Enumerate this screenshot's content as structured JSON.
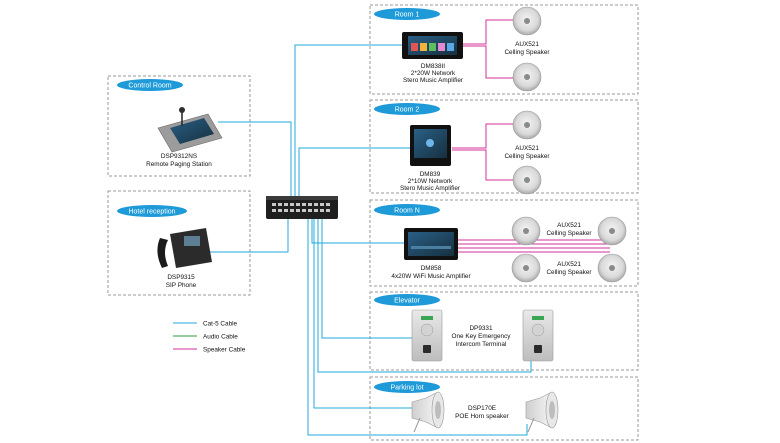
{
  "zones": {
    "room1": {
      "tag": "Room 1",
      "device_name": "DM838II",
      "device_desc1": "2*20W Network",
      "device_desc2": "Stero Music Amplifier",
      "speaker_name": "AUX521",
      "speaker_desc": "Celling Speaker"
    },
    "room2": {
      "tag": "Room 2",
      "device_name": "DM839",
      "device_desc1": "2*10W Network",
      "device_desc2": "Stero Music Amplifier",
      "speaker_name": "AUX521",
      "speaker_desc": "Celling Speaker"
    },
    "roomN": {
      "tag": "Room N",
      "device_name": "DM858",
      "device_desc1": "4x20W WiFi Music Amplifier",
      "speaker_name_a": "AUX521",
      "speaker_desc_a": "Celling Speaker",
      "speaker_name_b": "AUX521",
      "speaker_desc_b": "Celling Speaker"
    },
    "elevator": {
      "tag": "Elevator",
      "device_name": "DP9331",
      "device_desc1": "One Key Emergency",
      "device_desc2": "Intercom Terminal"
    },
    "parking": {
      "tag": "Parking lot",
      "device_name": "DSP170E",
      "device_desc1": "POE Horn speaker"
    },
    "control": {
      "tag": "Control Room",
      "device_name": "DSP9312NS",
      "device_desc1": "Remote Paging Station"
    },
    "hotel": {
      "tag": "Hotel reception",
      "device_name": "DSP9315",
      "device_desc1": "SIP Phone"
    }
  },
  "legend": {
    "items": [
      {
        "label": "Cat-5 Cable",
        "color": "#21a8de"
      },
      {
        "label": "Audio Cable",
        "color": "#2e9e3a"
      },
      {
        "label": "Speaker Cable",
        "color": "#d62f9e"
      }
    ]
  },
  "colors": {
    "cat5": "#21a8de",
    "audio": "#2e9e3a",
    "speaker": "#d62f9e",
    "tag": "#1e9ad8",
    "zone_border": "#9a9a9a"
  }
}
